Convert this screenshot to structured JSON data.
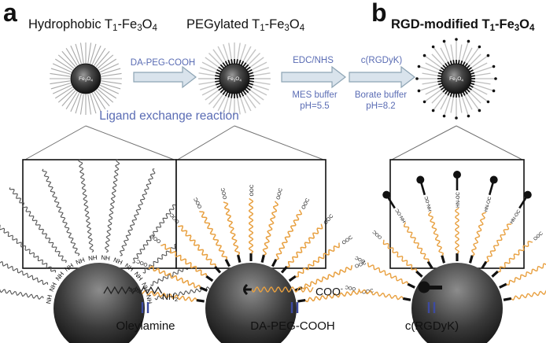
{
  "panels": {
    "a": "a",
    "b": "b"
  },
  "titles": {
    "hydrophobic": {
      "pre": "Hydrophobic T",
      "sub1": "1",
      "mid": "-Fe",
      "sub2": "3",
      "mid2": "O",
      "sub3": "4"
    },
    "pegylated": {
      "pre": "PEGylated T",
      "sub1": "1",
      "mid": "-Fe",
      "sub2": "3",
      "mid2": "O",
      "sub3": "4"
    },
    "rgd": {
      "pre": "RGD-modified T",
      "sub1": "1",
      "mid": "-Fe",
      "sub2": "3",
      "mid2": "O",
      "sub3": "4"
    }
  },
  "core_label": {
    "pre": "Fe",
    "sub1": "3",
    "mid": "O",
    "sub2": "4"
  },
  "steps": {
    "step1": "DA-PEG-COOH",
    "step2_top": "EDC/NHS",
    "step2_bottom_1": "MES buffer",
    "step2_bottom_2": "pH=5.5",
    "step3_top": "c(RGDyK)",
    "step3_bottom_1": "Borate buffer",
    "step3_bottom_2": "pH=8.2"
  },
  "ligand_exchange": "Ligand exchange reaction",
  "zoom_labels": {
    "nh": "NH",
    "ooc": "OOC",
    "hn_oc": "HN-OC"
  },
  "legend": {
    "oleylamine_formula": {
      "pre": "NH",
      "sub": "2"
    },
    "oleylamine": "Oleylamine",
    "peg_formula": {
      "pre": "COO",
      "sup": "-"
    },
    "peg": "DA-PEG-COOH",
    "rgd": "c(RGDyK)",
    "equals": "||"
  },
  "colors": {
    "peg_chain": "#e8a040",
    "arrow_fill": "#d9e3ec",
    "arrow_stroke": "#8da4b4",
    "step_text": "#5a6cb4",
    "core_dark": "#202020"
  }
}
